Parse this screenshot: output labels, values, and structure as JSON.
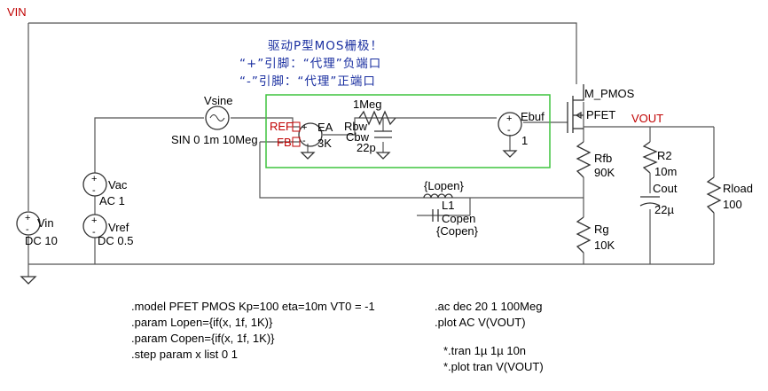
{
  "nets": {
    "vin": "VIN",
    "vout": "VOUT",
    "ref": "REF",
    "fb": "FB"
  },
  "annotation": {
    "line1": "驱动P型MOS栅极！",
    "line2": "“+”引脚：“代理”负端口",
    "line3": "“-”引脚：“代理”正端口"
  },
  "components": {
    "vsine": {
      "name": "Vsine",
      "value": "SIN 0 1m 10Meg"
    },
    "ea": {
      "name": "EA",
      "value": "3K"
    },
    "rbw": {
      "name": "Rbw",
      "value": "1Meg"
    },
    "cbw": {
      "name": "Cbw",
      "value": "22p"
    },
    "ebuf": {
      "name": "Ebuf",
      "value": "1"
    },
    "mpmos": {
      "name": "M_PMOS",
      "value": "PFET"
    },
    "rfb": {
      "name": "Rfb",
      "value": "90K"
    },
    "rg": {
      "name": "Rg",
      "value": "10K"
    },
    "r2": {
      "name": "R2",
      "value": "10m"
    },
    "cout": {
      "name": "Cout",
      "value": "22µ"
    },
    "rload": {
      "name": "Rload",
      "value": "100"
    },
    "l1": {
      "name": "L1",
      "value": "{Lopen}"
    },
    "copen": {
      "name": "Copen",
      "value": "{Copen}"
    },
    "vac": {
      "name": "Vac",
      "value": "AC 1"
    },
    "vref": {
      "name": "Vref",
      "value": "DC 0.5"
    },
    "vin": {
      "name": "Vin",
      "value": "DC 10"
    }
  },
  "directives_left": [
    ".model PFET PMOS Kp=100 eta=10m VT0 = -1",
    ".param Lopen={if(x, 1f, 1K)}",
    ".param Copen={if(x, 1f, 1K)}",
    ".step param x list 0 1"
  ],
  "directives_right": [
    ".ac dec 20 1 100Meg",
    ".plot AC V(VOUT)"
  ],
  "directives_tran": [
    "*.tran 1µ 1µ 10n",
    "*.plot tran V(VOUT)"
  ],
  "colors": {
    "net_label": "#c00000",
    "annotation": "#1a2fa0",
    "highlight_box": "#3ec43e",
    "wire": "#555555"
  }
}
